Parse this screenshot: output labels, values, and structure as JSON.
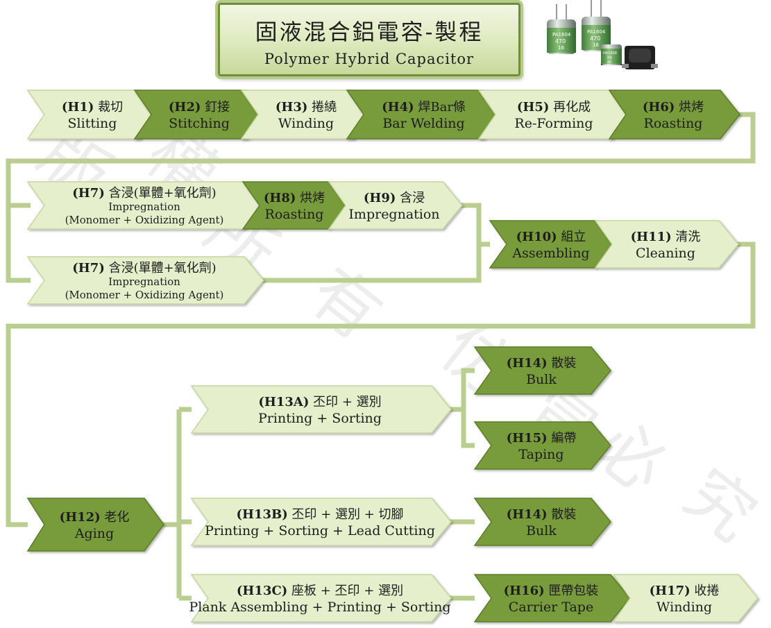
{
  "header": {
    "title_zh": "固液混合鋁電容-製程",
    "title_en": "Polymer  Hybrid  Capacitor"
  },
  "colors": {
    "light_fill": "#e6efcb",
    "dark_fill": "#789b3b",
    "connector": "#b9ce8f",
    "text": "#1d1d1d"
  },
  "steps": [
    {
      "id": "h1",
      "tone": "light",
      "code": "(H1)",
      "zh": "裁切",
      "en": [
        "Slitting"
      ]
    },
    {
      "id": "h2",
      "tone": "dark",
      "code": "(H2)",
      "zh": "釘接",
      "en": [
        "Stitching"
      ]
    },
    {
      "id": "h3",
      "tone": "light",
      "code": "(H3)",
      "zh": "捲繞",
      "en": [
        "Winding"
      ]
    },
    {
      "id": "h4",
      "tone": "dark",
      "code": "(H4)",
      "zh": "焊Bar條",
      "en": [
        "Bar Welding"
      ]
    },
    {
      "id": "h5",
      "tone": "light",
      "code": "(H5)",
      "zh": "再化成",
      "en": [
        "Re-Forming"
      ]
    },
    {
      "id": "h6",
      "tone": "dark",
      "code": "(H6)",
      "zh": "烘烤",
      "en": [
        "Roasting"
      ]
    },
    {
      "id": "h7a",
      "tone": "light",
      "code": "(H7)",
      "zh": "含浸(單體+氧化劑)",
      "en": [
        "Impregnation",
        "(Monomer + Oxidizing Agent)"
      ]
    },
    {
      "id": "h8",
      "tone": "dark",
      "code": "(H8)",
      "zh": "烘烤",
      "en": [
        "Roasting"
      ]
    },
    {
      "id": "h9",
      "tone": "light",
      "code": "(H9)",
      "zh": "含浸",
      "en": [
        "Impregnation"
      ]
    },
    {
      "id": "h7b",
      "tone": "light",
      "code": "(H7)",
      "zh": "含浸(單體+氧化劑)",
      "en": [
        "Impregnation",
        "(Monomer + Oxidizing Agent)"
      ]
    },
    {
      "id": "h10",
      "tone": "dark",
      "code": "(H10)",
      "zh": "組立",
      "en": [
        "Assembling"
      ]
    },
    {
      "id": "h11",
      "tone": "light",
      "code": "(H11)",
      "zh": "清洗",
      "en": [
        "Cleaning"
      ]
    },
    {
      "id": "h12",
      "tone": "dark",
      "code": "(H12)",
      "zh": "老化",
      "en": [
        "Aging"
      ]
    },
    {
      "id": "h13a",
      "tone": "light",
      "code": "(H13A)",
      "zh": "丕印 + 選別",
      "en": [
        "Printing + Sorting"
      ]
    },
    {
      "id": "h14a",
      "tone": "dark",
      "code": "(H14)",
      "zh": "散裝",
      "en": [
        "Bulk"
      ]
    },
    {
      "id": "h15",
      "tone": "dark",
      "code": "(H15)",
      "zh": "編帶",
      "en": [
        "Taping"
      ]
    },
    {
      "id": "h13b",
      "tone": "light",
      "code": "(H13B)",
      "zh": "丕印 + 選別 + 切腳",
      "en": [
        "Printing + Sorting + Lead Cutting"
      ]
    },
    {
      "id": "h14b",
      "tone": "dark",
      "code": "(H14)",
      "zh": "散裝",
      "en": [
        "Bulk"
      ]
    },
    {
      "id": "h13c",
      "tone": "light",
      "code": "(H13C)",
      "zh": "座板 + 丕印 + 選別",
      "en": [
        "Plank Assembling + Printing + Sorting"
      ]
    },
    {
      "id": "h16",
      "tone": "dark",
      "code": "(H16)",
      "zh": "匣帶包裝",
      "en": [
        "Carrier  Tape"
      ]
    },
    {
      "id": "h17",
      "tone": "light",
      "code": "(H17)",
      "zh": "收捲",
      "en": [
        "Winding"
      ]
    }
  ],
  "photo": {
    "cap1_text": "PA1604",
    "cap1_value": "470",
    "cap1_volt": "16",
    "cap2_text": "PA1604",
    "cap2_value": "470",
    "cap2_volt": "16",
    "cap3_text": "HA1608",
    "cap3_value": "39",
    "cap3_volt": "80"
  },
  "watermark": [
    "版",
    "權",
    "所",
    "有",
    "仿",
    "冒",
    "必",
    "究"
  ]
}
